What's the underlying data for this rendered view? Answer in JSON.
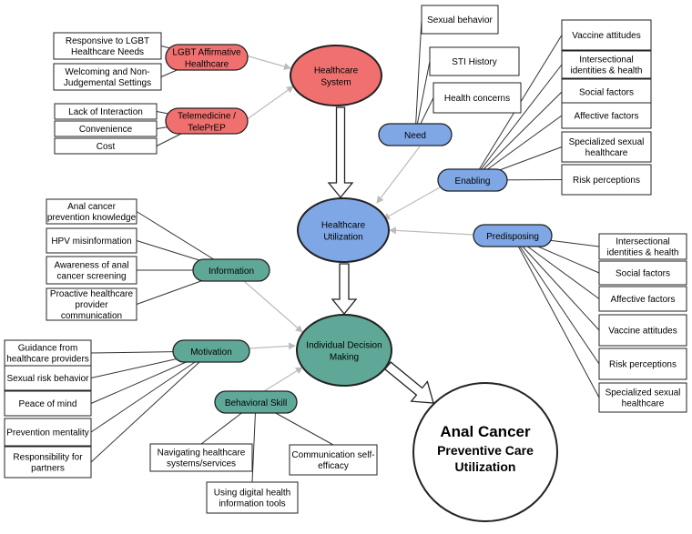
{
  "colors": {
    "red": "#f07070",
    "blue": "#7fa7e6",
    "teal": "#5fa898",
    "stroke": "#3a3a3a",
    "thin_arrow": "#bbbbbb"
  },
  "nodes": {
    "healthcare_system": [
      "Healthcare",
      "System"
    ],
    "healthcare_utilization": [
      "Healthcare",
      "Utilization"
    ],
    "individual_decision": [
      "Individual Decision",
      "Making"
    ],
    "outcome": [
      "Anal Cancer",
      "Preventive Care",
      "Utilization"
    ]
  },
  "factors": {
    "lgbt_affirmative": [
      "LGBT Affirmative",
      "Healthcare"
    ],
    "telemedicine": [
      "Telemedicine /",
      "TelePrEP"
    ],
    "need": "Need",
    "enabling": "Enabling",
    "predisposing": "Predisposing",
    "information": "Information",
    "motivation": "Motivation",
    "behavioral_skill": "Behavioral Skill"
  },
  "items": {
    "lgbt": [
      [
        "Responsive to LGBT",
        "Healthcare Needs"
      ],
      [
        "Welcoming and Non-",
        "Judgemental Settings"
      ]
    ],
    "tele": [
      [
        "Lack of Interaction"
      ],
      [
        "Convenience"
      ],
      [
        "Cost"
      ]
    ],
    "need": [
      [
        "Sexual behavior"
      ],
      [
        "STI History"
      ],
      [
        "Health concerns"
      ]
    ],
    "enabling": [
      [
        "Vaccine attitudes"
      ],
      [
        "Intersectional",
        "identities & health"
      ],
      [
        "Social factors"
      ],
      [
        "Affective factors"
      ],
      [
        "Specialized sexual",
        "healthcare"
      ],
      [
        "Risk perceptions"
      ]
    ],
    "predisposing": [
      [
        "Intersectional",
        "identities & health"
      ],
      [
        "Social factors"
      ],
      [
        "Affective factors"
      ],
      [
        "Vaccine attitudes"
      ],
      [
        "Risk perceptions"
      ],
      [
        "Specialized sexual",
        "healthcare"
      ]
    ],
    "information": [
      [
        "Anal cancer",
        "prevention knowledge"
      ],
      [
        "HPV misinformation"
      ],
      [
        "Awareness of anal",
        "cancer screening"
      ],
      [
        "Proactive healthcare",
        "provider",
        "communication"
      ]
    ],
    "motivation": [
      [
        "Guidance from",
        "healthcare providers"
      ],
      [
        "Sexual risk behavior"
      ],
      [
        "Peace of mind"
      ],
      [
        "Prevention mentality"
      ],
      [
        "Responsibility for",
        "partners"
      ]
    ],
    "behavioral": [
      [
        "Navigating healthcare",
        "systems/services"
      ],
      [
        "Using digital health",
        "information tools"
      ],
      [
        "Communication self-",
        "efficacy"
      ]
    ]
  }
}
